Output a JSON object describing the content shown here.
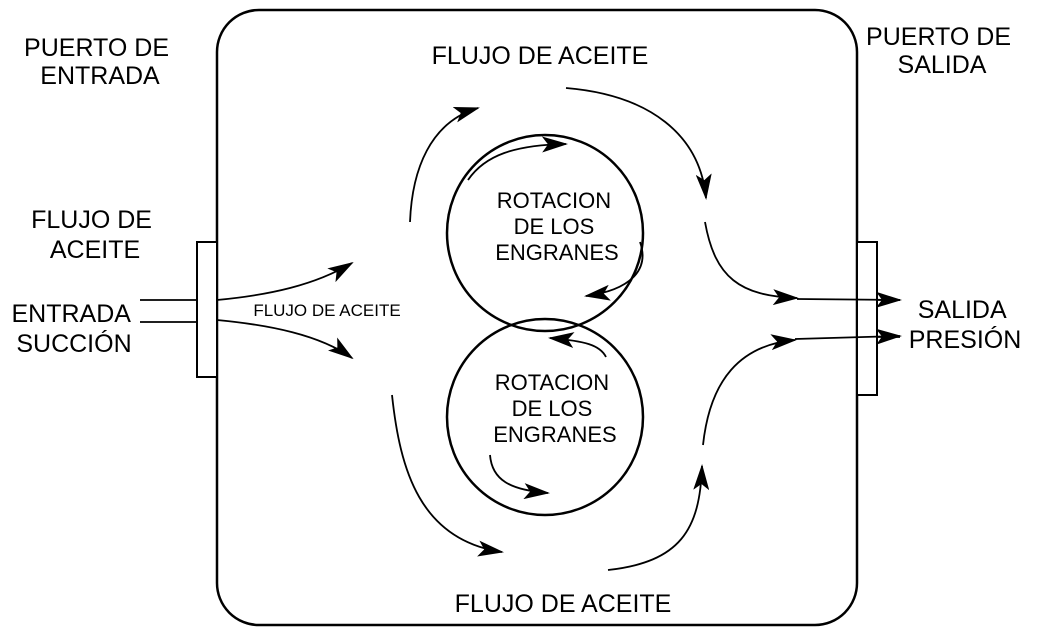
{
  "labels": {
    "inlet_port": [
      "PUERTO DE",
      "ENTRADA"
    ],
    "outlet_port": [
      "PUERTO DE",
      "SALIDA"
    ],
    "flow_top": "FLUJO DE ACEITE",
    "flow_bottom": "FLUJO DE ACEITE",
    "flow_left": [
      "FLUJO DE",
      "ACEITE"
    ],
    "inlet": [
      "ENTRADA",
      "SUCCIÓN"
    ],
    "outlet": [
      "SALIDA",
      "PRESIÓN"
    ],
    "flow_inner": "FLUJO DE ACEITE",
    "gear_top": [
      "ROTACION",
      "DE LOS",
      "ENGRANES"
    ],
    "gear_bottom": [
      "ROTACION",
      "DE LOS",
      "ENGRANES"
    ]
  },
  "colors": {
    "ink": "#000000",
    "background": "#ffffff"
  }
}
